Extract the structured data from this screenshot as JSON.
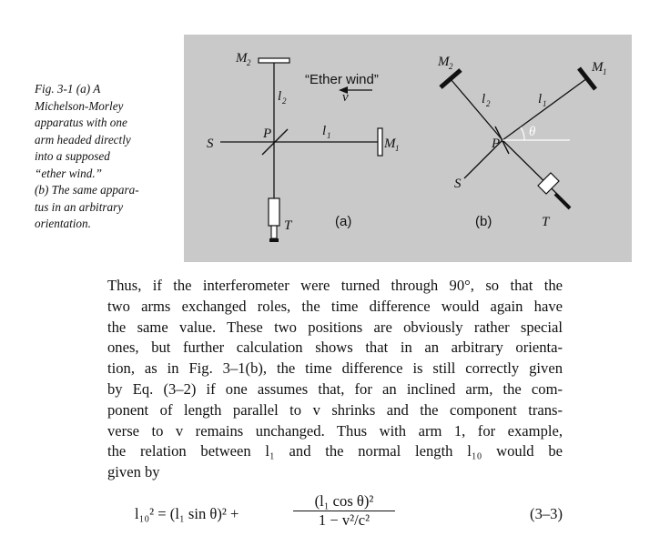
{
  "caption": {
    "lines": [
      "Fig. 3-1 (a) A",
      "Michelson-Morley",
      "apparatus with one",
      "arm headed directly",
      "into a supposed",
      "“ether wind.”",
      "(b) The same appara-",
      "tus in an arbitrary",
      "orientation."
    ]
  },
  "figure": {
    "a": {
      "label": "(a)",
      "mirror1": "M",
      "mirror1_sub": "1",
      "mirror2": "M",
      "mirror2_sub": "2",
      "arm1": "l",
      "arm1_sub": "1",
      "arm2": "l",
      "arm2_sub": "2",
      "source": "S",
      "plate": "P",
      "telescope": "T",
      "wind_label": "“Ether wind”",
      "velocity": "v"
    },
    "b": {
      "label": "(b)",
      "mirror1": "M",
      "mirror1_sub": "1",
      "mirror2": "M",
      "mirror2_sub": "2",
      "arm1": "l",
      "arm1_sub": "1",
      "arm2": "l",
      "arm2_sub": "2",
      "source": "S",
      "plate": "P",
      "telescope": "T",
      "angle": "θ"
    }
  },
  "body": {
    "lines": [
      "Thus, if the interferometer were turned through 90°, so that the",
      "two arms exchanged roles, the time difference would again have",
      "the same value. These two positions are obviously rather special",
      "ones, but further calculation shows that in an arbitrary orienta-",
      "tion, as in Fig. 3–1(b), the time difference is still correctly given",
      "by Eq. (3–2) if one assumes that, for an inclined arm, the com-",
      "ponent of length parallel to v shrinks and the component trans-",
      "verse to v remains unchanged. Thus with arm 1, for example,",
      "the relation between l₁ and the normal length l₁₀ would be",
      "given by"
    ]
  },
  "equation": {
    "lhs": "l₁₀² = (l₁ sin θ)² +",
    "numerator": "(l₁ cos θ)²",
    "denominator": "1 − v²/c²",
    "number": "(3–3)"
  }
}
